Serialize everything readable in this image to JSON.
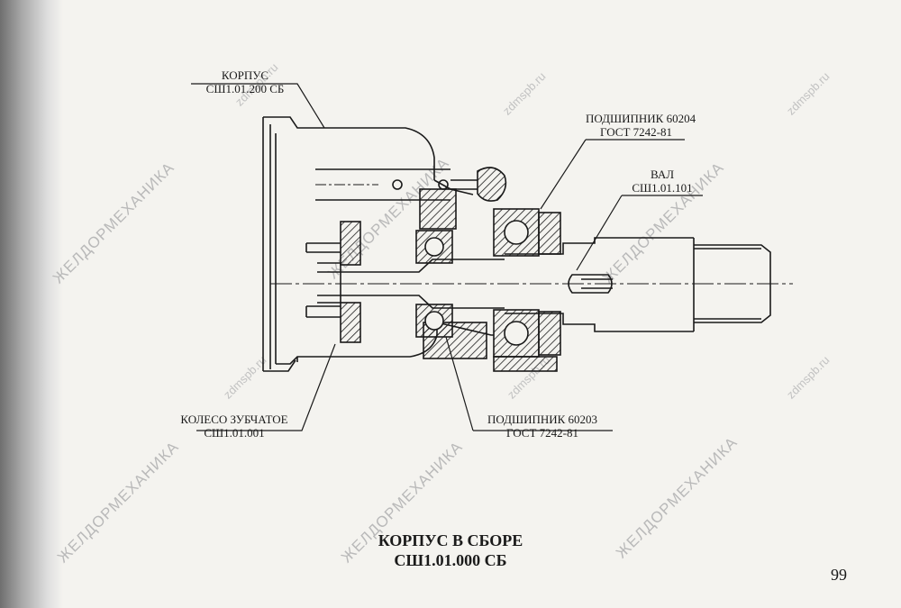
{
  "labels": {
    "housing": {
      "name": "КОРПУС",
      "code": "СШ1.01.200 СБ"
    },
    "bearing_top": {
      "name": "ПОДШИПНИК 60204",
      "code": "ГОСТ 7242-81"
    },
    "shaft": {
      "name": "ВАЛ",
      "code": "СШ1.01.101"
    },
    "gear": {
      "name": "КОЛЕСО ЗУБЧАТОЕ",
      "code": "СШ1.01.001"
    },
    "bearing_bottom": {
      "name": "ПОДШИПНИК 60203",
      "code": "ГОСТ 7242-81"
    }
  },
  "title": {
    "line1": "КОРПУС  В  СБОРЕ",
    "line2": "СШ1.01.000 СБ"
  },
  "page_number": "99",
  "watermark": {
    "text": "ЖЕЛДОРМЕХАНИКА",
    "site": "zdmspb.ru"
  }
}
